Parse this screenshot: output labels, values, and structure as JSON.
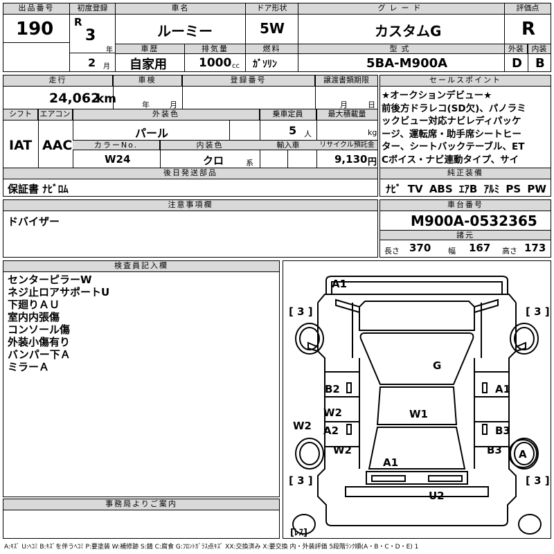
{
  "header": {
    "lot_label": "出品番号",
    "lot_value": "190",
    "first_reg_label": "初度登録",
    "era": "R",
    "year_value": "3",
    "year_unit": "年",
    "month_value": "2",
    "month_unit": "月",
    "car_name_label": "車名",
    "car_name": "ルーミー",
    "door_label": "ドア形状",
    "door_value": "5W",
    "grade_label": "グレード",
    "grade_value": "カスタムG",
    "score_label": "評価点",
    "score_value": "R",
    "history_label": "車歴",
    "history_value": "自家用",
    "displacement_label": "排気量",
    "displacement_value": "1000",
    "displacement_unit": "cc",
    "fuel_label": "燃料",
    "fuel_value": "ｶﾞｿﾘﾝ",
    "model_label": "型式",
    "model_value": "5BA-M900A",
    "exterior_label": "外装",
    "exterior_value": "D",
    "interior_label": "内装",
    "interior_value": "B"
  },
  "row2": {
    "mileage_label": "走行",
    "mileage_value": "24,062",
    "mileage_unit": "km",
    "inspection_label": "車検",
    "inspection_year": "年",
    "inspection_month": "月",
    "reg_no_label": "登録番号",
    "transfer_label": "譲渡書類期限",
    "transfer_month": "月",
    "transfer_day": "日",
    "shift_label": "シフト",
    "shift_value": "IAT",
    "ac_label": "エアコン",
    "ac_value": "AAC",
    "color_label": "外装色",
    "color_value": "パール",
    "capacity_label": "乗車定員",
    "capacity_value": "5",
    "capacity_unit": "人",
    "load_label": "最大積載量",
    "load_unit": "kg",
    "color_no_label": "カラーNo.",
    "color_no_value": "W24",
    "int_color_label": "内装色",
    "int_color_value": "クロ",
    "int_color_unit": "系",
    "import_label": "輸入車",
    "recycle_label": "リサイクル預託金",
    "recycle_value": "9,130",
    "recycle_unit": "円",
    "later_parts_label": "後日発送部品",
    "later_parts_value": "保証書 ﾅﾋﾞﾛﾑ"
  },
  "sales_points": {
    "label": "セールスポイント",
    "lines": [
      "★オークションデビュー★",
      "前後方ドラレコ(SD欠)、パノラミ",
      "ックビュー対応ナビレディパッケ",
      "ージ、運転席・助手席シートヒー",
      "ター、シートバックテーブル、ET",
      "Cボイス・ナビ連動タイプ、サイ"
    ]
  },
  "equipment": {
    "label": "純正装備",
    "items": [
      "ﾅﾋﾞ",
      "TV",
      "ABS",
      "ｴｱB",
      "ｱﾙﾐ",
      "PS",
      "PW"
    ]
  },
  "notes": {
    "label": "注意事項欄",
    "value": "ドバイザー"
  },
  "chassis": {
    "label": "車台番号",
    "value": "M900A-0532365"
  },
  "specs": {
    "label": "諸元",
    "length_label": "長さ",
    "length_value": "370",
    "width_label": "幅",
    "width_value": "167",
    "height_label": "高さ",
    "height_value": "173"
  },
  "inspector": {
    "label": "検査員記入欄",
    "lines": [
      "センターピラーW",
      "ネジ止ロアサポートU",
      "下廻りＡＵ",
      "室内内張傷",
      "コンソール傷",
      "外装小傷有り",
      "バンパー下Ａ",
      "ミラーＡ"
    ]
  },
  "office": {
    "label": "事務局よりご案内"
  },
  "diagram": {
    "tire_fl": "[ 3 ]",
    "tire_fr": "[ 3 ]",
    "tire_rl": "[ 3 ]",
    "tire_rr": "[ 3 ]",
    "spare": "[ﾚｽ]",
    "marks": [
      "A1",
      "G",
      "B2",
      "A1",
      "W2",
      "W1",
      "W2",
      "A2",
      "B3",
      "W2",
      "B3",
      "A",
      "A1",
      "U2"
    ]
  },
  "legend": "A:ｷｽﾞ U:ﾍｺﾐ B:ｷｽﾞを伴うﾍｺﾐ P:要塗装 W:補修跡 S:錆 C:腐食 G:ﾌﾛﾝﾄｶﾞﾗｽ点ｷｽﾞ XX:交換済み X:要交換 内・外装評価 5段階ﾗﾝｸ順(A・B・C・D・E) 1"
}
